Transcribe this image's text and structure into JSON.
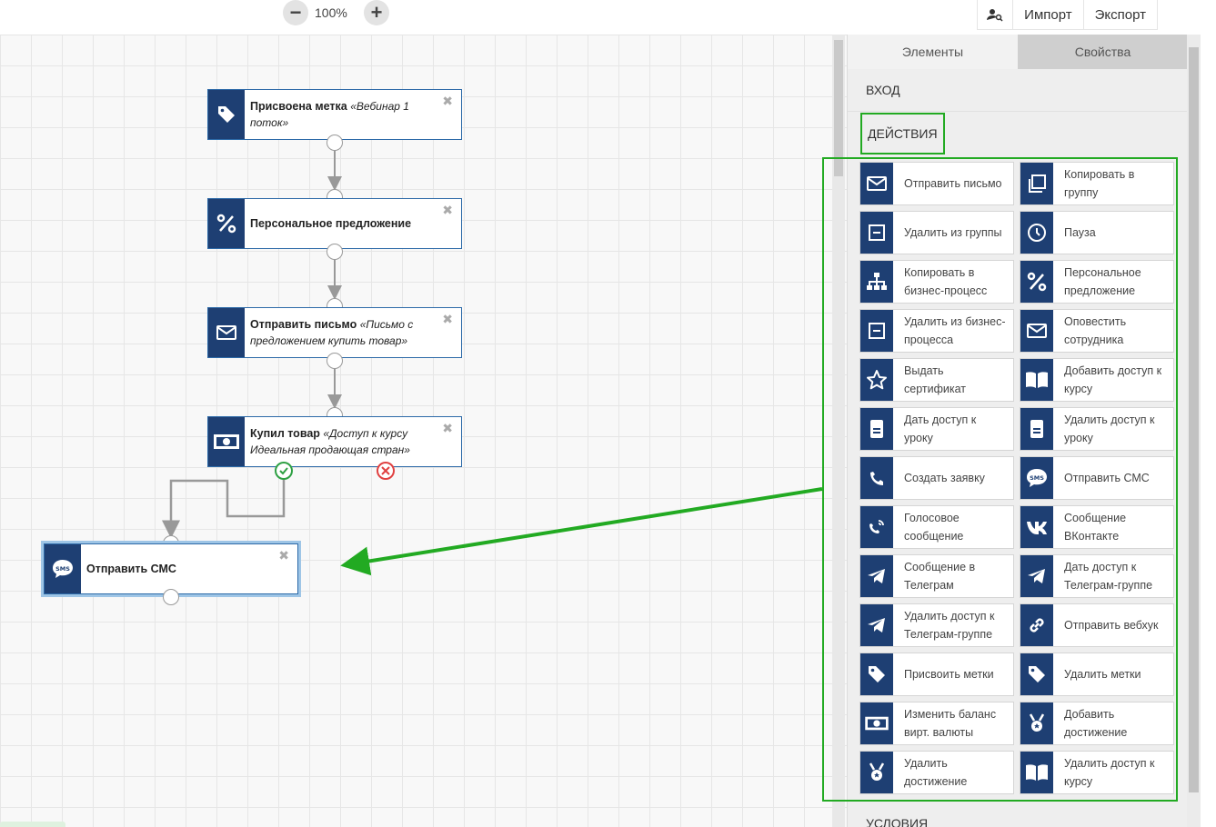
{
  "zoom": {
    "level": "100%",
    "minus": "−",
    "plus": "+"
  },
  "header": {
    "import_label": "Импорт",
    "export_label": "Экспорт",
    "user_search_icon": "user-search-icon"
  },
  "nodes": [
    {
      "title": "Присвоена метка",
      "subtitle": "«Вебинар 1 поток»",
      "icon": "tag-icon"
    },
    {
      "title": "Персональное предложение",
      "subtitle": "",
      "icon": "percent-icon"
    },
    {
      "title": "Отправить письмо",
      "subtitle": "«Письмо с предложением купить товар»",
      "icon": "mail-icon"
    },
    {
      "title": "Купил товар",
      "subtitle": "«Доступ к курсу Идеальная продающая стран»",
      "icon": "money-icon"
    },
    {
      "title": "Отправить СМС",
      "subtitle": "",
      "icon": "sms-icon"
    }
  ],
  "close_glyph": "✖",
  "panel": {
    "tabs": [
      "Элементы",
      "Свойства"
    ],
    "sections": {
      "entry": "ВХОД",
      "actions": "ДЕЙСТВИЯ",
      "conditions": "УСЛОВИЯ"
    },
    "items": [
      {
        "label": "Отправить письмо",
        "icon": "mail-icon"
      },
      {
        "label": "Копировать в группу",
        "icon": "copy-icon"
      },
      {
        "label": "Удалить из группы",
        "icon": "minus-box-icon"
      },
      {
        "label": "Пауза",
        "icon": "clock-icon"
      },
      {
        "label": "Копировать в бизнес-процесс",
        "icon": "sitemap-icon"
      },
      {
        "label": "Персональное предложение",
        "icon": "percent-icon"
      },
      {
        "label": "Удалить из бизнес-процесса",
        "icon": "minus-box-icon"
      },
      {
        "label": "Оповестить сотрудника",
        "icon": "mail-icon"
      },
      {
        "label": "Выдать сертификат",
        "icon": "star-icon"
      },
      {
        "label": "Добавить доступ к курсу",
        "icon": "book-icon"
      },
      {
        "label": "Дать доступ к уроку",
        "icon": "lesson-icon"
      },
      {
        "label": "Удалить доступ к уроку",
        "icon": "lesson-icon"
      },
      {
        "label": "Создать заявку",
        "icon": "phone-icon"
      },
      {
        "label": "Отправить СМС",
        "icon": "sms-icon"
      },
      {
        "label": "Голосовое сообщение",
        "icon": "voice-call-icon"
      },
      {
        "label": "Сообщение ВКонтакте",
        "icon": "vk-icon"
      },
      {
        "label": "Сообщение в Телеграм",
        "icon": "telegram-icon"
      },
      {
        "label": "Дать доступ к Телеграм-группе",
        "icon": "telegram-icon"
      },
      {
        "label": "Удалить доступ к Телеграм-группе",
        "icon": "telegram-icon"
      },
      {
        "label": "Отправить вебхук",
        "icon": "link-icon"
      },
      {
        "label": "Присвоить метки",
        "icon": "tag-icon"
      },
      {
        "label": "Удалить метки",
        "icon": "tag-icon"
      },
      {
        "label": "Изменить баланс вирт. валюты",
        "icon": "money-icon"
      },
      {
        "label": "Добавить достижение",
        "icon": "medal-icon"
      },
      {
        "label": "Удалить достижение",
        "icon": "medal-icon"
      },
      {
        "label": "Удалить доступ к курсу",
        "icon": "book-icon"
      }
    ]
  },
  "colors": {
    "icon_bg": "#1e3f73",
    "node_border": "#2d6aa8",
    "highlight": "#22aa22",
    "success": "#2ea043",
    "fail": "#e04040"
  }
}
